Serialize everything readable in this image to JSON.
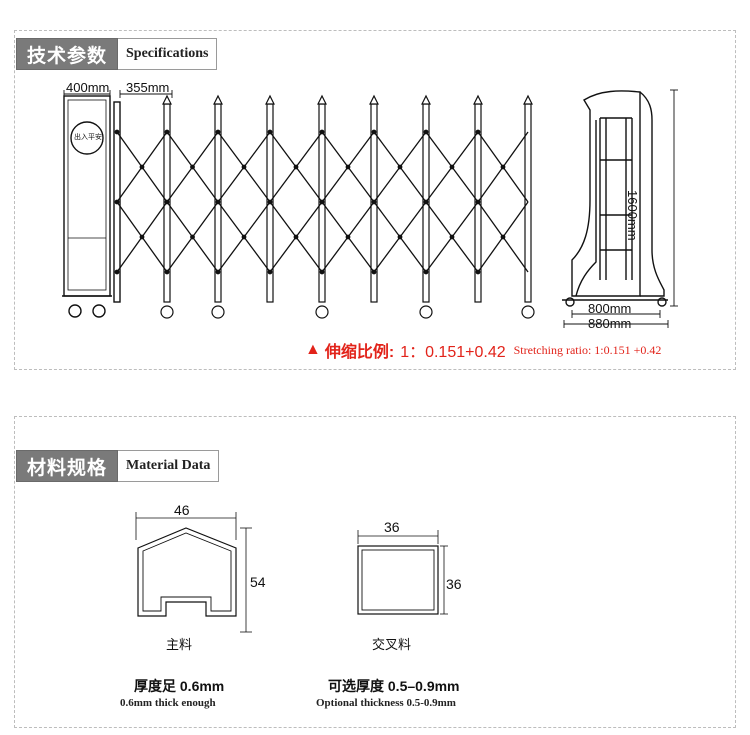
{
  "spec": {
    "title_cn": "技术参数",
    "title_en": "Specifications",
    "dims": {
      "booth_width": "400mm",
      "section_spacing": "355mm",
      "height": "1600mm",
      "inner_width": "800mm",
      "outer_width": "880mm"
    },
    "booth_sign": "出入平安",
    "ratio_cn": "伸缩比例:",
    "ratio_value": "1：0.151+0.42",
    "ratio_en": "Stretching ratio: 1:0.151 +0.42",
    "ratio_icon": "warning-icon"
  },
  "material": {
    "title_cn": "材料规格",
    "title_en": "Material Data",
    "main": {
      "width": "46",
      "height": "54",
      "name": "主料",
      "thickness_cn": "厚度足 0.6mm",
      "thickness_en": "0.6mm thick enough"
    },
    "cross": {
      "width": "36",
      "height": "36",
      "name": "交叉料",
      "thickness_cn": "可选厚度 0.5–0.9mm",
      "thickness_en": "Optional thickness 0.5-0.9mm"
    }
  },
  "colors": {
    "accent": "#e2231a",
    "header_bg": "#7a7a7a"
  }
}
